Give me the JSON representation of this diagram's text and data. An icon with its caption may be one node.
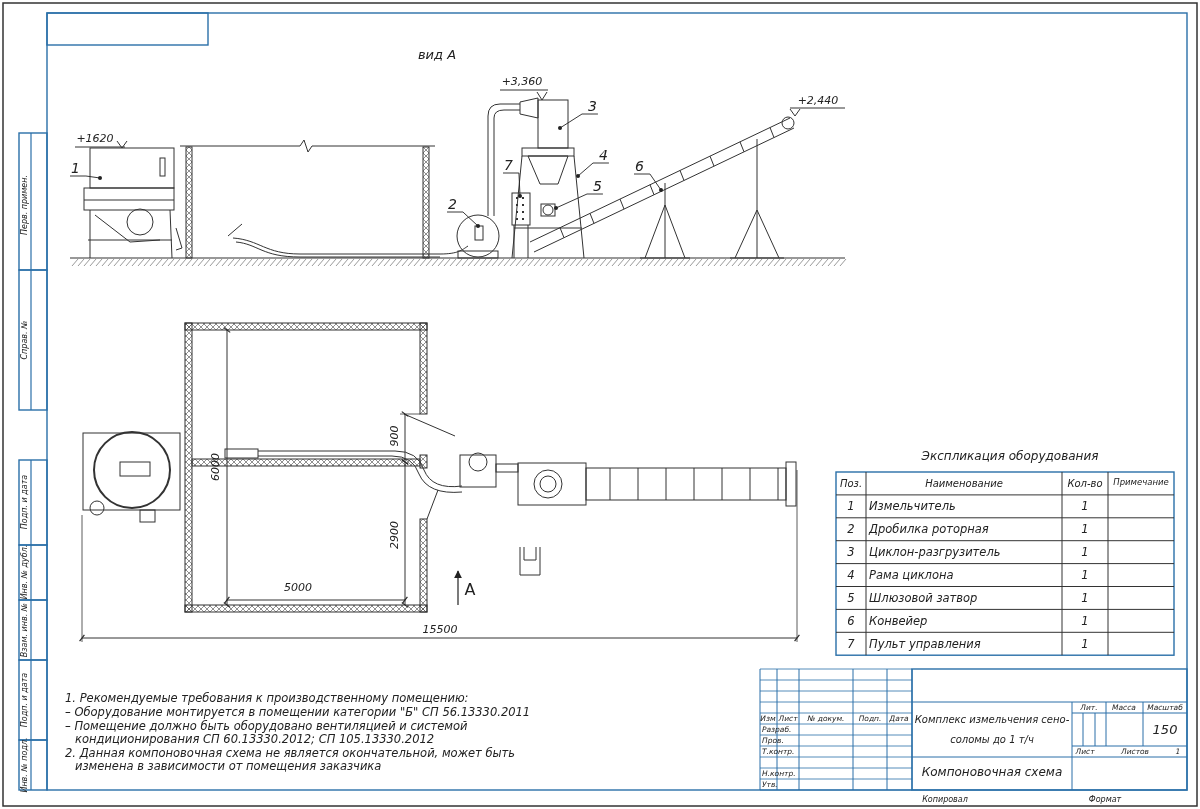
{
  "diagram": {
    "nodes": [
      {
        "text": [
          "1"
        ]
      },
      {
        "text": [
          "2"
        ]
      },
      {
        "text": [
          "3"
        ]
      },
      {
        "text": [
          "4"
        ]
      },
      {
        "text": [
          "5"
        ]
      },
      {
        "text": [
          "6"
        ]
      },
      {
        "text": [
          "7"
        ]
      }
    ],
    "edges": [
      {
        "from": 0,
        "to": null,
        "arrow": "other"
      },
      {
        "from": 1,
        "to": null,
        "arrow": "other"
      },
      {
        "from": 2,
        "to": null,
        "arrow": "other"
      },
      {
        "from": 3,
        "to": null,
        "arrow": "other"
      },
      {
        "from": 4,
        "to": null,
        "arrow": "other"
      },
      {
        "from": 5,
        "to": null,
        "arrow": "other"
      },
      {
        "from": 6,
        "to": null,
        "arrow": "other"
      }
    ],
    "labels": [
      "вид А",
      "+3,360",
      "+1620",
      "+2,440",
      "6000",
      "900",
      "2900",
      "5000",
      "А",
      "15500",
      "Перв. примен.",
      "Справ. №",
      "Подп. и дата",
      "Инв. № дубл.",
      "Взам. инв. №",
      "Подп. и дата",
      "Инв. № подл.",
      "Экспликация оборудования",
      "Поз.",
      "Наименование",
      "Кол-во",
      "Примечание",
      "1",
      "Измельчитель",
      "1",
      "2",
      "Дробилка роторная",
      "1",
      "3",
      "Циклон-разгрузитель",
      "1",
      "4",
      "Рама циклона",
      "1",
      "5",
      "Шлюзовой затвор",
      "1",
      "6",
      "Конвейер",
      "1",
      "7",
      "Пульт управления",
      "1",
      "1. Рекомендуемые требования к производственному помещению:",
      "– Оборудование монтируется в помещении категории \"Б\" СП 56.13330.2011",
      "– Помещение должно быть оборудовано вентиляцией и системой кондиционирования СП 60.13330.2012; СП 105.13330.2012",
      "2. Данная компоновочная схема не является окончательной, может быть изменена в зависимости от помещения заказчика",
      "Изм",
      "Лист",
      "№ докум.",
      "Подп.",
      "Дата",
      "Разраб.",
      "Пров.",
      "Т.контр.",
      "Н.контр.",
      "Утв.",
      "Комплекс измельчения сено-соломы до 1 т/ч",
      "Лит.",
      "Масса",
      "Масштаб",
      "150",
      "Лист",
      "Листов",
      "1",
      "Компоновочная схема",
      "Копировал",
      "Формат"
    ]
  }
}
